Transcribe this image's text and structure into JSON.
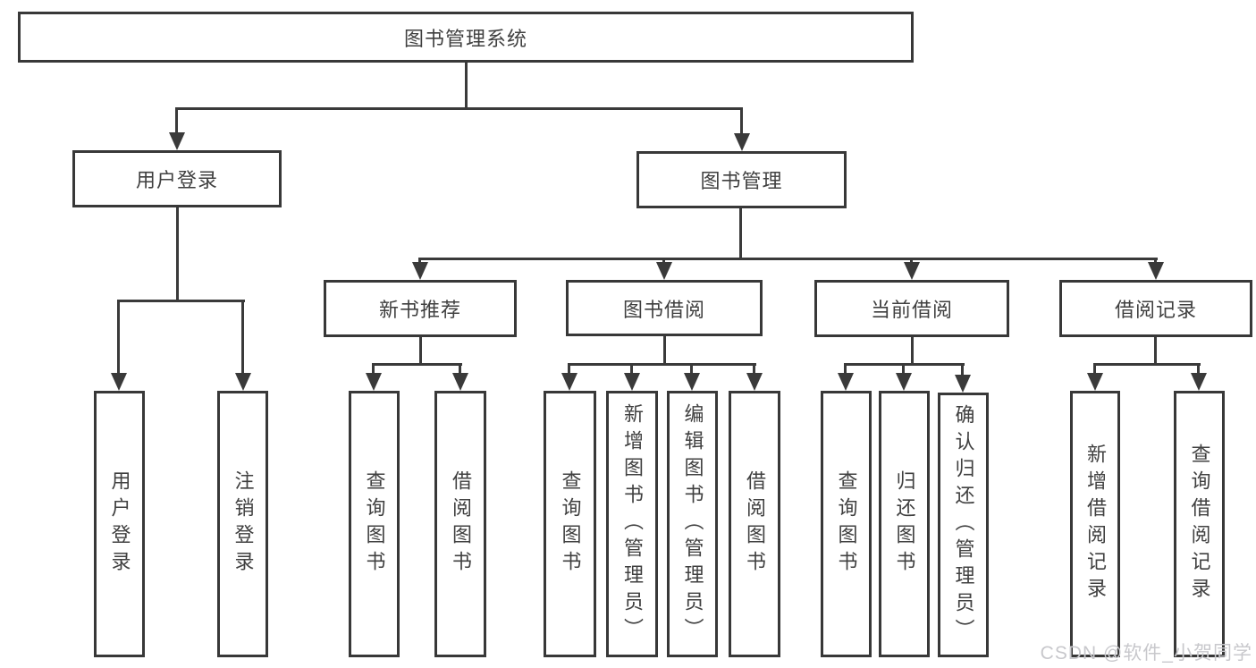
{
  "diagram": {
    "title": "图书管理系统",
    "level2": {
      "login": "用户登录",
      "manage": "图书管理"
    },
    "level3": {
      "recommend": "新书推荐",
      "borrow": "图书借阅",
      "current": "当前借阅",
      "record": "借阅记录"
    },
    "login_children": [
      "用户登录",
      "注销登录"
    ],
    "recommend_children": [
      "查询图书",
      "借阅图书"
    ],
    "borrow_children": [
      "查询图书",
      "新增图书（管理员）",
      "编辑图书（管理员）",
      "借阅图书"
    ],
    "current_children": [
      "查询图书",
      "归还图书",
      "确认归还（管理员）"
    ],
    "record_children": [
      "新增借阅记录",
      "查询借阅记录"
    ]
  },
  "watermark": {
    "text": "CSDN @软件_小贺同学",
    "color": "#c8c8cc"
  },
  "colors": {
    "background": "#ffffff",
    "line": "#3a3a3a",
    "box_border": "#383838",
    "text": "#404040"
  }
}
